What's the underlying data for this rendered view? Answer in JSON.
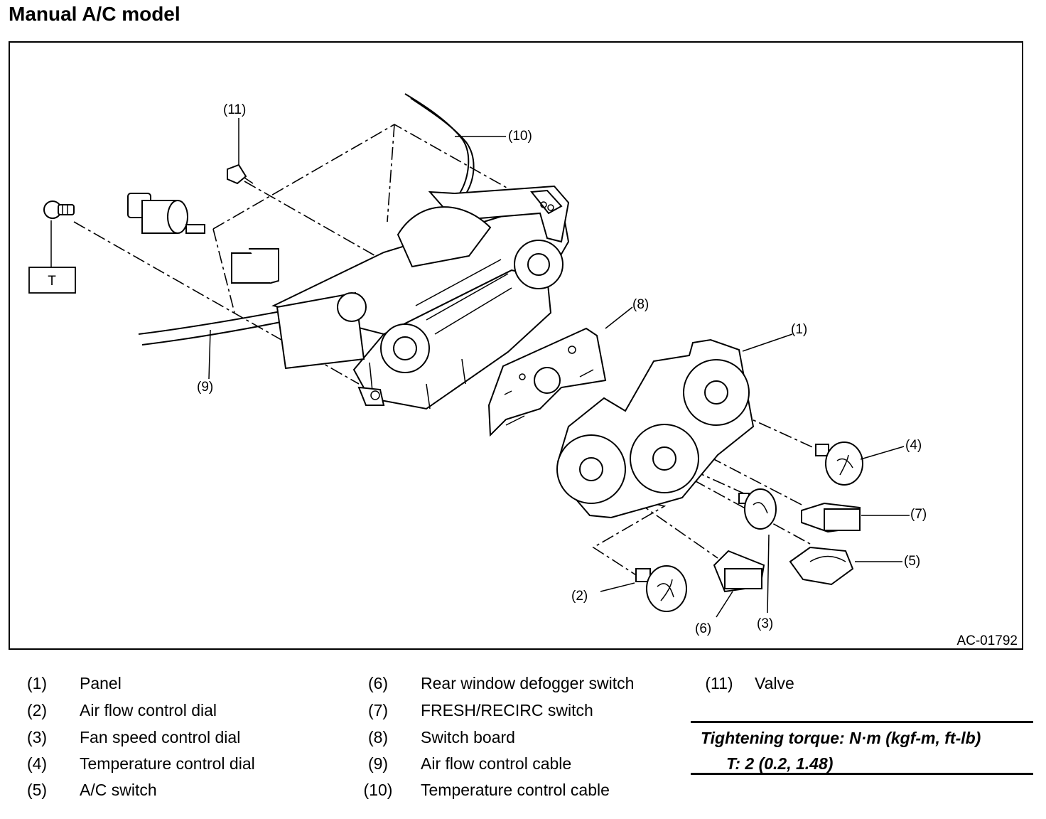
{
  "title": "Manual A/C model",
  "figure_id": "AC-01792",
  "torque_symbol": "T",
  "callouts": {
    "c1": "(1)",
    "c2": "(2)",
    "c3": "(3)",
    "c4": "(4)",
    "c5": "(5)",
    "c6": "(6)",
    "c7": "(7)",
    "c8": "(8)",
    "c9": "(9)",
    "c10": "(10)",
    "c11": "(11)"
  },
  "legend": [
    {
      "num": "(1)",
      "label": "Panel"
    },
    {
      "num": "(2)",
      "label": "Air flow control dial"
    },
    {
      "num": "(3)",
      "label": "Fan speed control dial"
    },
    {
      "num": "(4)",
      "label": "Temperature control dial"
    },
    {
      "num": "(5)",
      "label": "A/C switch"
    },
    {
      "num": "(6)",
      "label": "Rear window defogger switch"
    },
    {
      "num": "(7)",
      "label": "FRESH/RECIRC switch"
    },
    {
      "num": "(8)",
      "label": "Switch board"
    },
    {
      "num": "(9)",
      "label": "Air flow control cable"
    },
    {
      "num": "(10)",
      "label": "Temperature control cable"
    },
    {
      "num": "(11)",
      "label": "Valve"
    }
  ],
  "torque": {
    "heading": "Tightening torque: N·m (kgf-m, ft-lb)",
    "value": "T:   2 (0.2, 1.48)"
  }
}
